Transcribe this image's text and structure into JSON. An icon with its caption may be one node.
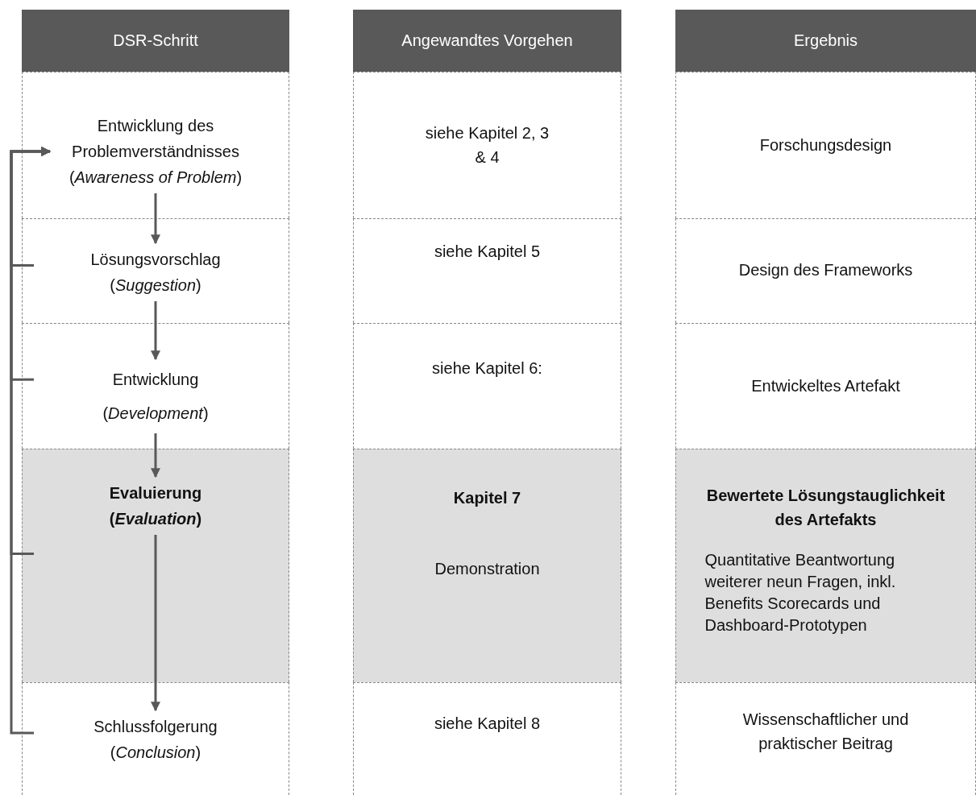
{
  "diagram": {
    "nodes": [
      {
        "text": [
          "DSR-Schritt"
        ]
      },
      {
        "text": [
          "Angewandtes Vorgehen"
        ]
      },
      {
        "text": [
          "Ergebnis"
        ]
      },
      {
        "text": [],
        "shape": "box"
      },
      {
        "text": [
          "Entwicklung des Problemverständnisses (*Awareness of Problem*)"
        ],
        "in": 3
      },
      {
        "text": [
          "siehe Kapitel 2, 3 & 4"
        ]
      },
      {
        "text": [
          "Forschungsdesign"
        ]
      },
      {
        "text": [],
        "shape": "box"
      },
      {
        "text": [
          "Lösungsvorschlag (*Suggestion*)"
        ],
        "in": 7
      },
      {
        "text": [
          "siehe Kapitel 5"
        ]
      },
      {
        "text": [
          "Design des Frameworks"
        ]
      },
      {
        "text": [],
        "shape": "box"
      },
      {
        "text": [
          "Entwicklung (*Development*)"
        ],
        "in": 11
      },
      {
        "text": [
          "siehe Kapitel 6:"
        ]
      },
      {
        "text": [
          "Entwickeltes Artefakt"
        ]
      },
      {
        "text": [],
        "shape": "box"
      },
      {
        "text": [
          "Evaluierung (*Evaluation*)"
        ],
        "in": 15
      },
      {
        "text": [
          "Kapitel 7",
          "Demonstration"
        ]
      },
      {
        "text": [
          "Bewertete Lösungstauglichkeit des Artefakts",
          "Quantitative Beantwortung weiterer neun Fragen, inkl. Benefits Scorecards und Dashboard-Prototypen"
        ]
      },
      {
        "text": [],
        "shape": "box"
      },
      {
        "text": [
          "Schlussfolgerung (*Conclusion*)"
        ],
        "in": 19
      },
      {
        "text": [
          "siehe Kapitel 8"
        ]
      },
      {
        "text": [
          "Wissenschaftlicher und praktischer Beitrag"
        ]
      }
    ],
    "edges": [
      {
        "from": 4,
        "to": 8,
        "arrow": "to"
      },
      {
        "from": 8,
        "to": 12,
        "arrow": "to"
      },
      {
        "from": 12,
        "to": 16,
        "arrow": "to"
      },
      {
        "from": 16,
        "to": 20,
        "arrow": "to"
      },
      {
        "from": 7,
        "to": 4,
        "arrow": "to"
      },
      {
        "from": 11,
        "to": 4,
        "arrow": "to"
      },
      {
        "from": 15,
        "to": 4,
        "arrow": "to"
      },
      {
        "from": 19,
        "to": 4,
        "arrow": "to"
      }
    ]
  }
}
